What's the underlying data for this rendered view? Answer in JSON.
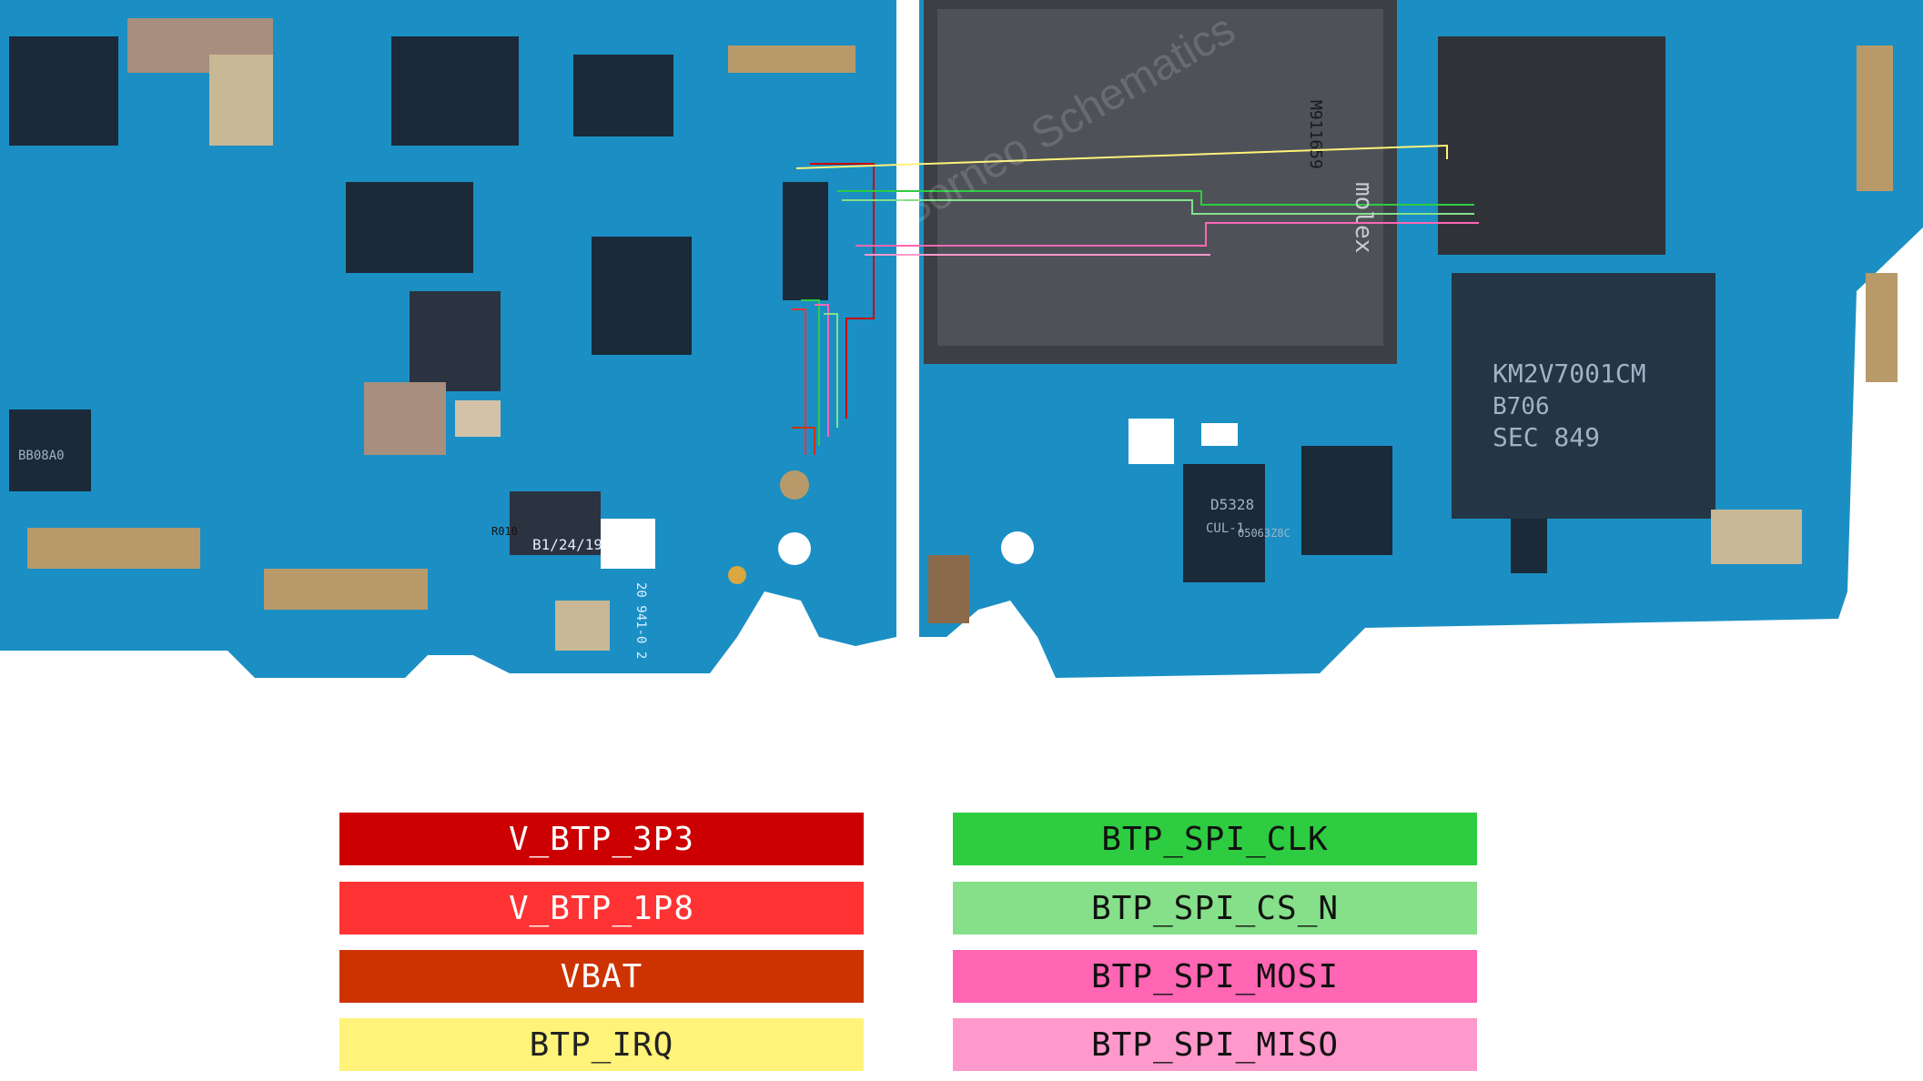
{
  "board": {
    "silkscreen": [
      {
        "name": "date-code",
        "text": "B1/24/19"
      },
      {
        "name": "board-rev-code",
        "text": "20 941-0 2"
      },
      {
        "name": "chip-code-left",
        "text": "KM2V7001CM"
      },
      {
        "name": "chip-code-b706",
        "text": "B706"
      },
      {
        "name": "chip-code-sec",
        "text": "SEC 849"
      },
      {
        "name": "connector-brand",
        "text": "molex"
      },
      {
        "name": "connector-code",
        "text": "M911659"
      },
      {
        "name": "pmic-code",
        "text": "D5328"
      },
      {
        "name": "resistor-label",
        "text": "R010"
      },
      {
        "name": "bb-code",
        "text": "BB08A0"
      },
      {
        "name": "ic-code-cul",
        "text": "CUL-1"
      },
      {
        "name": "ic-code-a",
        "text": "O5063Z8C"
      }
    ],
    "watermark": "Borneo Schematics"
  },
  "legend": {
    "left": [
      {
        "label": "V_BTP_3P3",
        "color": "#cc0000",
        "text_color": "#ffffff"
      },
      {
        "label": "V_BTP_1P8",
        "color": "#ff3333",
        "text_color": "#ffffff"
      },
      {
        "label": "VBAT",
        "color": "#cc3300",
        "text_color": "#ffffff"
      },
      {
        "label": "BTP_IRQ",
        "color": "#fff37a",
        "text_color": "#222222"
      }
    ],
    "right": [
      {
        "label": "BTP_SPI_CLK",
        "color": "#2ecc40",
        "text_color": "#111111"
      },
      {
        "label": "BTP_SPI_CS_N",
        "color": "#85e089",
        "text_color": "#111111"
      },
      {
        "label": "BTP_SPI_MOSI",
        "color": "#ff66b3",
        "text_color": "#111111"
      },
      {
        "label": "BTP_SPI_MISO",
        "color": "#ff99cc",
        "text_color": "#111111"
      }
    ]
  }
}
